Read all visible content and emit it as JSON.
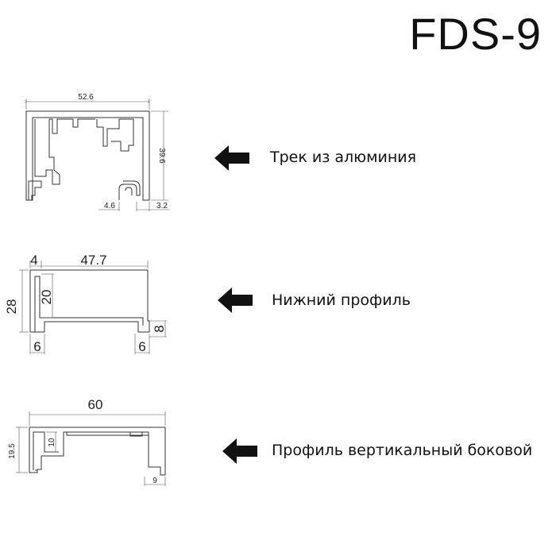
{
  "title": "FDS-9",
  "sections": [
    {
      "label": "Трек из алюминия",
      "dims": {
        "width": "52.6",
        "height": "39.6",
        "gap_left": "4.6",
        "gap_right": "3.2"
      }
    },
    {
      "label": "Нижний профиль",
      "dims": {
        "wall": "4",
        "width": "47.7",
        "height": "28",
        "inner": "20",
        "lip": "8",
        "foot_left": "6",
        "foot_right": "6"
      }
    },
    {
      "label": "Профиль вертикальный боковой",
      "dims": {
        "width": "60",
        "height": "19.5",
        "inner": "10",
        "foot": "9"
      }
    }
  ],
  "colors": {
    "line": "#333333",
    "dim_line": "#555555",
    "arrow": "#111111"
  },
  "icons": [
    "arrow-left-icon",
    "arrow-left-icon",
    "arrow-left-icon"
  ]
}
